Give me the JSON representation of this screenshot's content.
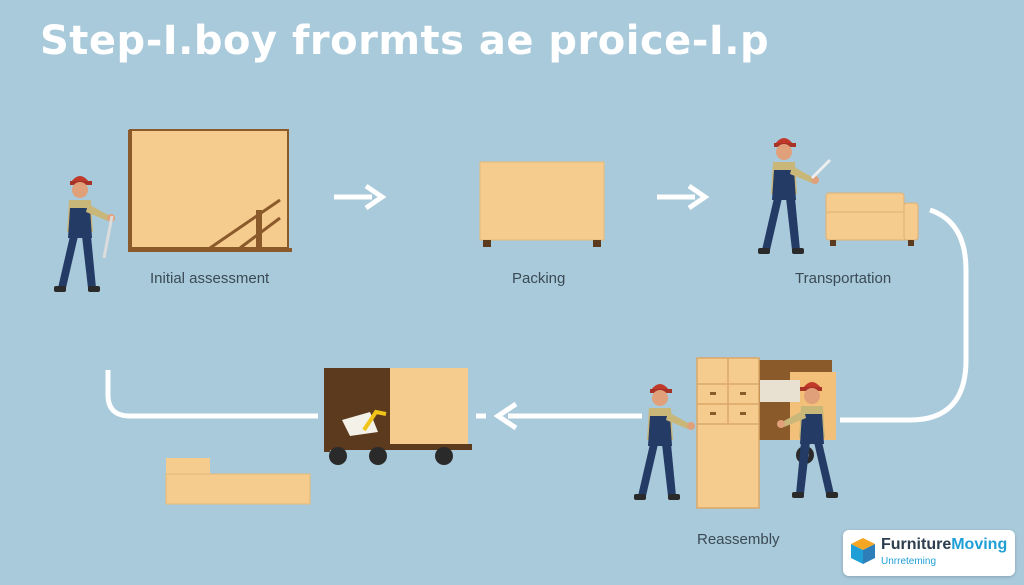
{
  "title": "Step-I.boy frormts ae proice-I.p",
  "steps": {
    "initial": "Initial assessment",
    "packing": "Packing",
    "transport": "Transportation",
    "reassembly": "Reassembly"
  },
  "logo": {
    "brand_a": "Furniture",
    "brand_b": "Moving",
    "sub": "Unrreteming"
  },
  "colors": {
    "background": "#a8cadb",
    "furniture": "#f5cc8e",
    "wood": "#8b5a2b",
    "worker_uniform": "#243b66",
    "worker_cap": "#c0392b",
    "arrow": "#ffffff",
    "logo_accent": "#1f9fd6"
  },
  "icons": {
    "flow_arrow": "right-arrow-icon",
    "flow_arrow_back": "left-arrow-icon",
    "logo": "cube-icon"
  }
}
